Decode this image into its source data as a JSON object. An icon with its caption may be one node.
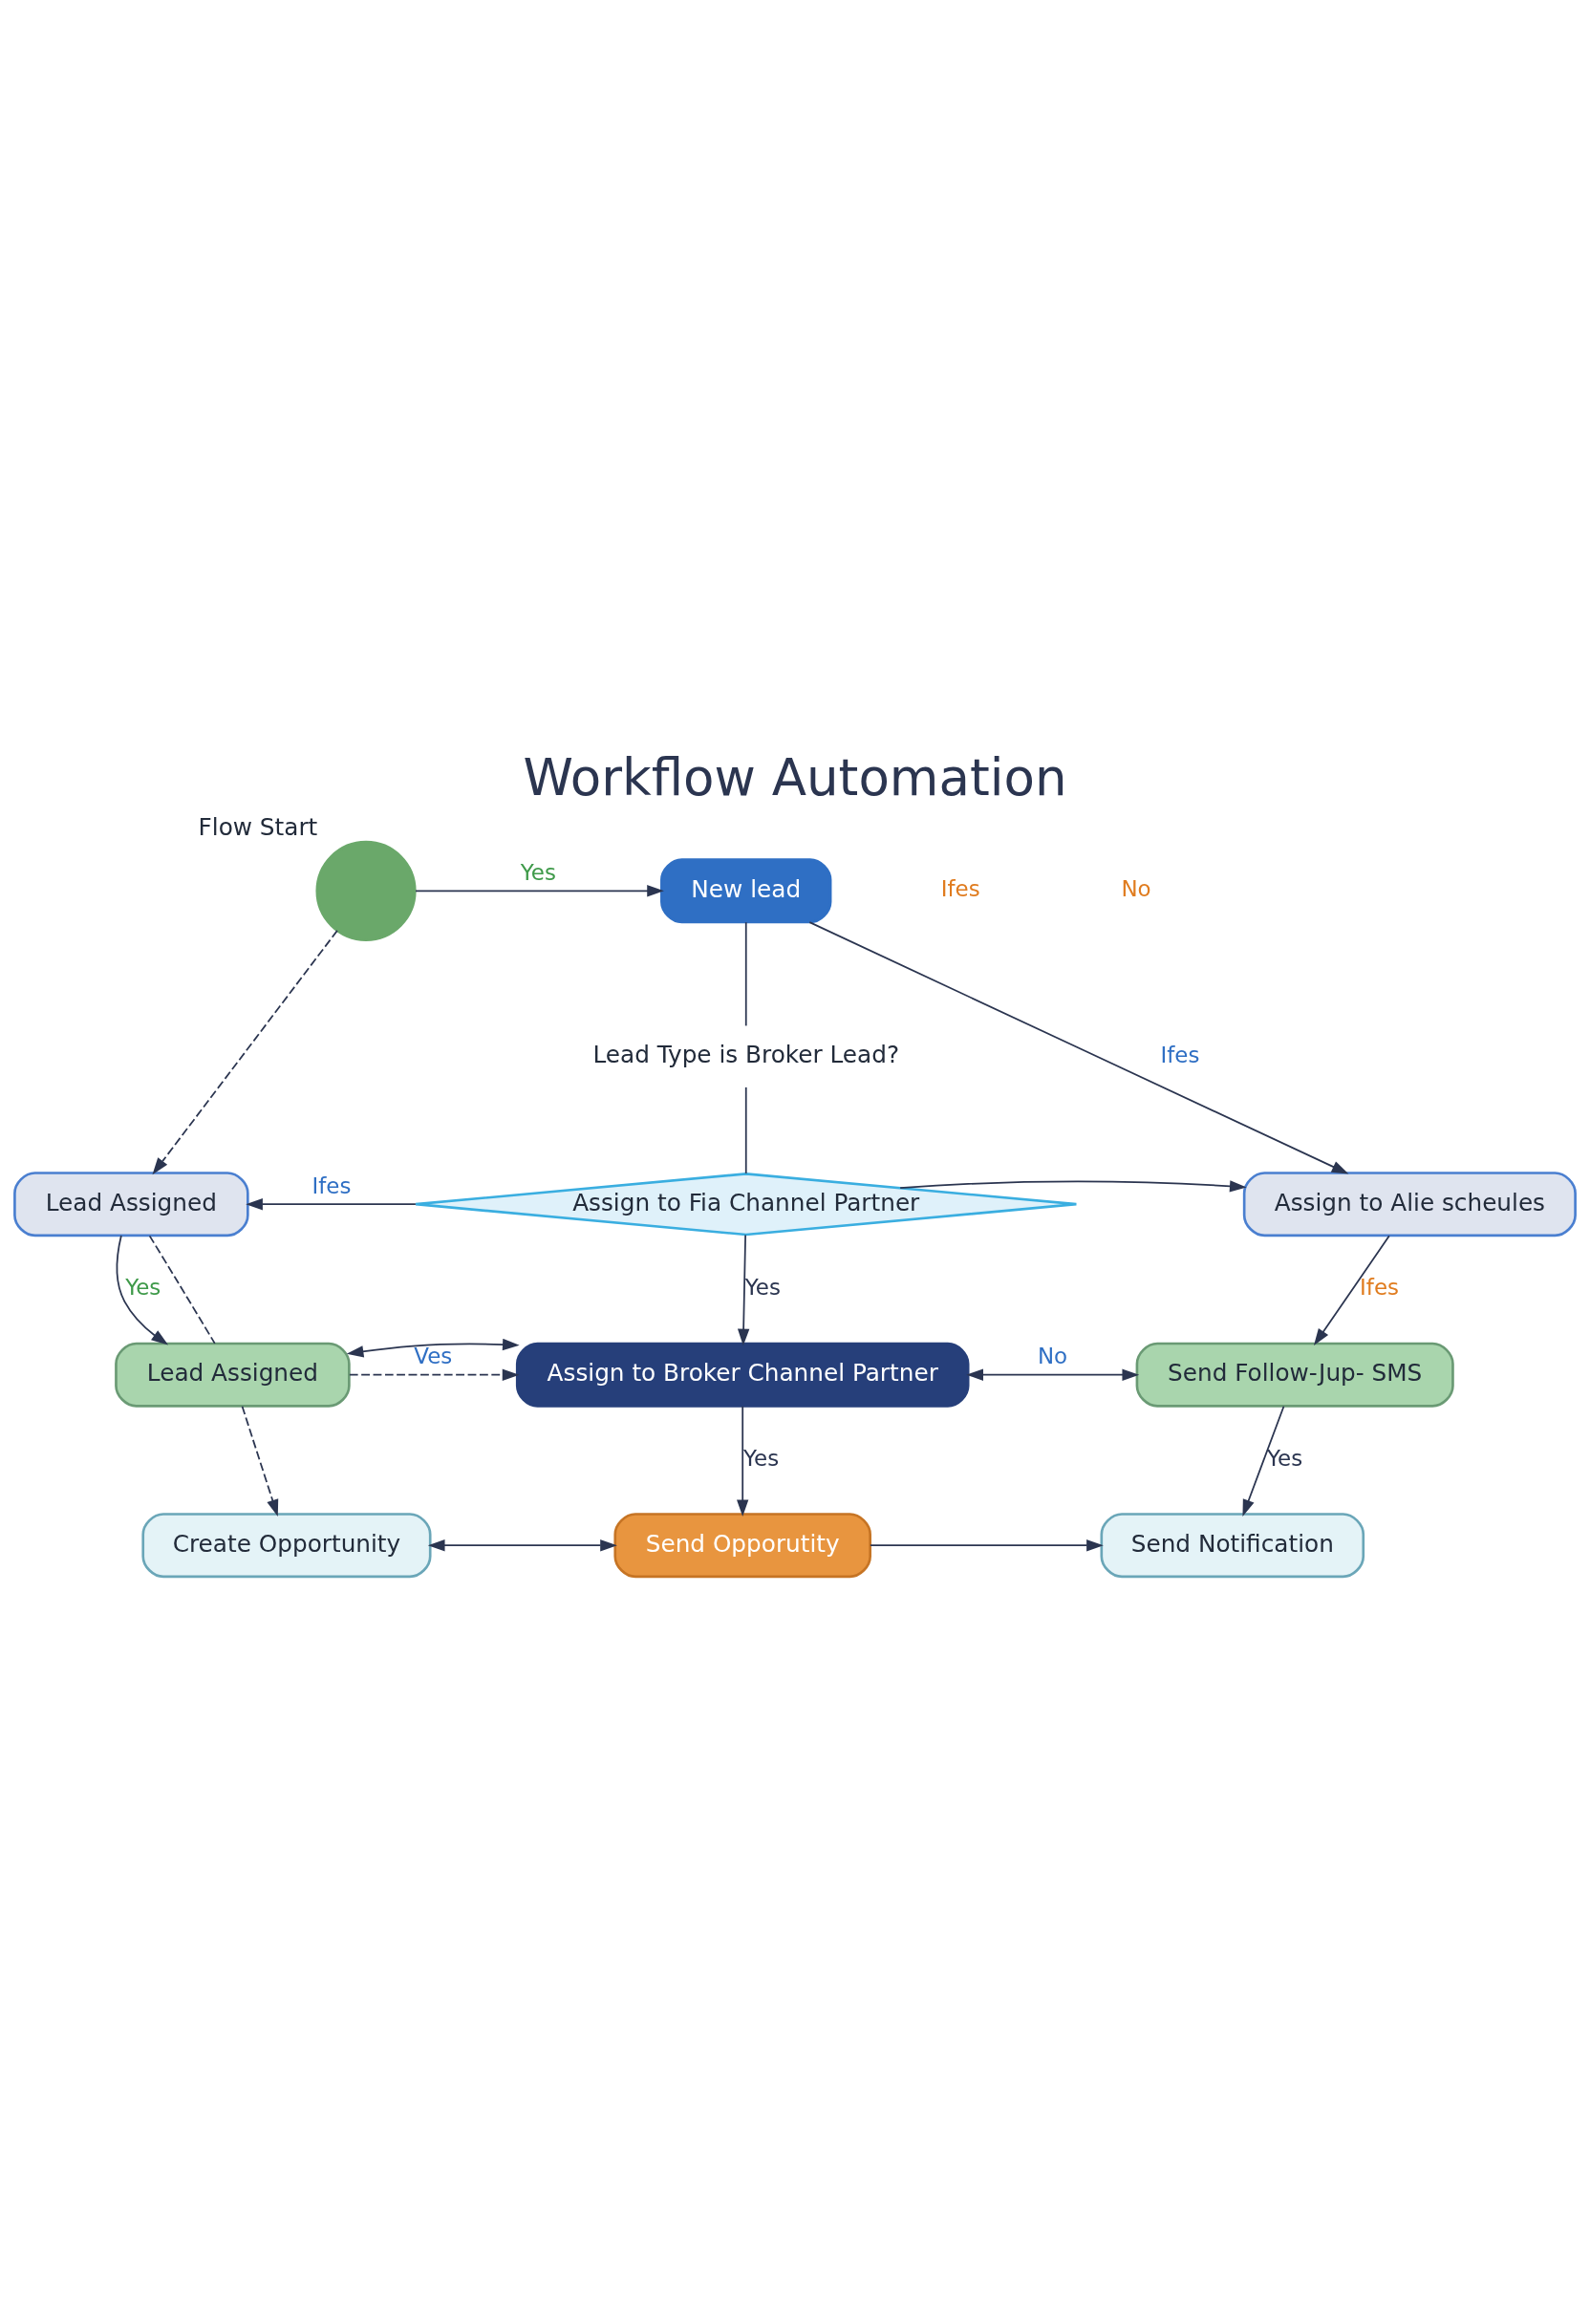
{
  "diagram": {
    "title": "Workflow Automation",
    "nodes": [
      {
        "text": [
          "Flow Start"
        ]
      },
      {
        "text": [
          "New lead"
        ]
      },
      {
        "text": [
          "Lead Type is Broker Lead?"
        ]
      },
      {
        "text": [
          "Assign to Fia Channel Partner"
        ]
      },
      {
        "text": [
          "Lead Assigned"
        ]
      },
      {
        "text": [
          "Assign to Alie scheules"
        ]
      },
      {
        "text": [
          "Lead Assigned"
        ]
      },
      {
        "text": [
          "Assign to Broker Channel Partner"
        ]
      },
      {
        "text": [
          "Send Follow-Jup- SMS"
        ]
      },
      {
        "text": [
          "Create Opportunity"
        ]
      },
      {
        "text": [
          "Send Opporutity"
        ]
      },
      {
        "text": [
          "Send Notification"
        ]
      }
    ],
    "edges": [
      {
        "from": 0,
        "to": 1,
        "arrow": "to",
        "label": "Yes"
      },
      {
        "from": 0,
        "to": 4,
        "arrow": "to",
        "style": "dashed"
      },
      {
        "from": 1,
        "to": 2,
        "arrow": "none"
      },
      {
        "from": 2,
        "to": 3,
        "arrow": "none"
      },
      {
        "from": 1,
        "to": 5,
        "arrow": "to",
        "label": "Ifes"
      },
      {
        "from": 3,
        "to": 4,
        "arrow": "to",
        "label": "Ifes"
      },
      {
        "from": 3,
        "to": 5,
        "arrow": "to"
      },
      {
        "from": 4,
        "to": 6,
        "arrow": "to",
        "label": "Yes"
      },
      {
        "from": 4,
        "to": 6,
        "arrow": "none",
        "style": "dashed"
      },
      {
        "from": 3,
        "to": 7,
        "arrow": "to",
        "label": "Yes"
      },
      {
        "from": 5,
        "to": 8,
        "arrow": "to",
        "label": "Ifes"
      },
      {
        "from": 6,
        "to": 7,
        "arrow": "to",
        "label": "Ves",
        "style": "dashed"
      },
      {
        "from": 6,
        "to": 7,
        "arrow": "both"
      },
      {
        "from": 7,
        "to": 8,
        "arrow": "both",
        "label": "No"
      },
      {
        "from": 6,
        "to": 9,
        "arrow": "to",
        "style": "dashed"
      },
      {
        "from": 7,
        "to": 10,
        "arrow": "to",
        "label": "Yes"
      },
      {
        "from": 8,
        "to": 11,
        "arrow": "to",
        "label": "Yes"
      },
      {
        "from": 9,
        "to": 10,
        "arrow": "both"
      },
      {
        "from": 10,
        "to": 11,
        "arrow": "to"
      }
    ],
    "labels": [
      "Ifes",
      "No"
    ]
  }
}
